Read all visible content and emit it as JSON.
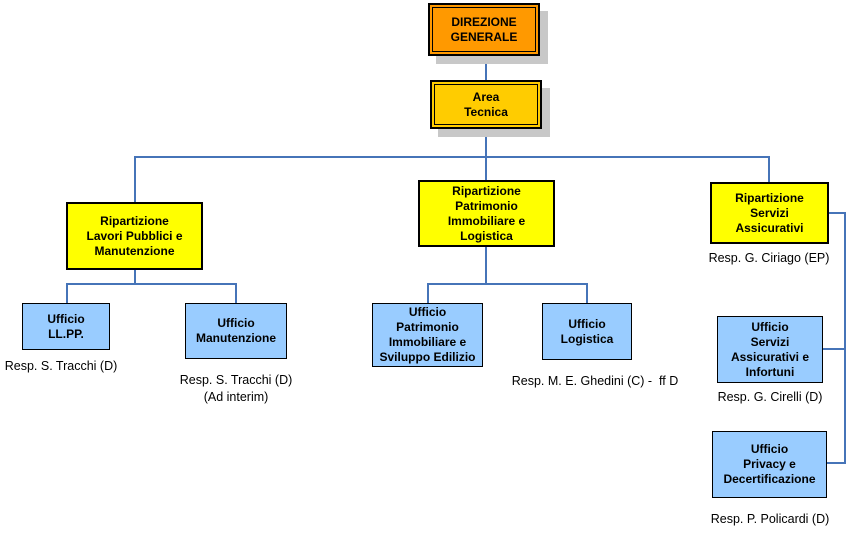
{
  "org": {
    "root": {
      "label": "DIREZIONE\nGENERALE"
    },
    "area": {
      "label": "Area\nTecnica"
    },
    "branches": [
      {
        "label": "Ripartizione\nLavori Pubblici e\nManutenzione",
        "children": [
          {
            "label": "Ufficio\nLL.PP.",
            "caption": "Resp. S. Tracchi (D)"
          },
          {
            "label": "Ufficio\nManutenzione",
            "caption": "Resp. S. Tracchi (D)\n(Ad interim)"
          }
        ]
      },
      {
        "label": "Ripartizione\nPatrimonio\nImmobiliare e\nLogistica",
        "children": [
          {
            "label": "Ufficio\nPatrimonio\nImmobiliare e\nSviluppo Edilizio",
            "caption": ""
          },
          {
            "label": "Ufficio\nLogistica",
            "caption": "Resp. M. E. Ghedini (C) -  ff D"
          }
        ]
      },
      {
        "label": "Ripartizione\nServizi\nAssicurativi",
        "caption": "Resp. G. Ciriago (EP)",
        "children": [
          {
            "label": "Ufficio\nServizi\nAssicurativi e\nInfortuni",
            "caption": "Resp. G. Cirelli (D)"
          },
          {
            "label": "Ufficio\nPrivacy e\nDecertificazione",
            "caption": "Resp. P. Policardi (D)"
          }
        ]
      }
    ]
  },
  "colors": {
    "direzione_fill": "#ff9900",
    "area_fill": "#ffcc00",
    "ripartizione_fill": "#ffff00",
    "ufficio_fill": "#99ccff",
    "connector": "#4674b8",
    "shadow": "#c8c8c8",
    "border": "#000000"
  }
}
